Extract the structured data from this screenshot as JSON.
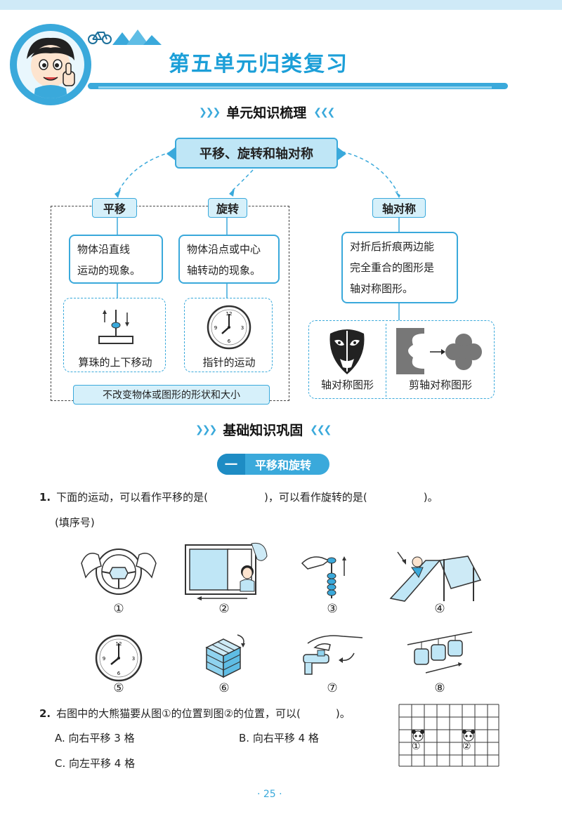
{
  "header": {
    "unit_title": "第五单元归类复习"
  },
  "sections": {
    "knowledge_title": "单元知识梳理",
    "basic_title": "基础知识巩固"
  },
  "mindmap": {
    "root": "平移、旋转和轴对称",
    "translation": {
      "label": "平移",
      "definition_line1": "物体沿直线",
      "definition_line2": "运动的现象。",
      "example_caption": "算珠的上下移动"
    },
    "rotation": {
      "label": "旋转",
      "definition_line1": "物体沿点或中心",
      "definition_line2": "轴转动的现象。",
      "example_caption": "指针的运动"
    },
    "symmetry": {
      "label": "轴对称",
      "definition_line1": "对折后折痕两边能",
      "definition_line2": "完全重合的图形是",
      "definition_line3": "轴对称图形。",
      "caption_left": "轴对称图形",
      "caption_right": "剪轴对称图形"
    },
    "common_note": "不改变物体或图形的形状和大小"
  },
  "subsection": {
    "number": "一",
    "label": "平移和旋转"
  },
  "questions": {
    "q1": {
      "number": "1.",
      "text_part1": "下面的运动，可以看作平移的是(",
      "text_part2": ")，可以看作旋转的是(",
      "text_part3": ")。",
      "note": "(填序号)",
      "labels": [
        "①",
        "②",
        "③",
        "④",
        "⑤",
        "⑥",
        "⑦",
        "⑧"
      ]
    },
    "q2": {
      "number": "2.",
      "text_part1": "右图中的大熊猫要从图①的位置到图②的位置，可以(",
      "text_part2": ")。",
      "option_a": "A. 向右平移 3 格",
      "option_b": "B. 向右平移 4 格",
      "option_c": "C. 向左平移 4 格",
      "grid_label_1": "①",
      "grid_label_2": "②"
    }
  },
  "footer": {
    "page": "· 25 ·"
  },
  "colors": {
    "accent": "#3aa9db",
    "accent_light": "#d6f0fa",
    "title_blue": "#1c9fd8"
  }
}
